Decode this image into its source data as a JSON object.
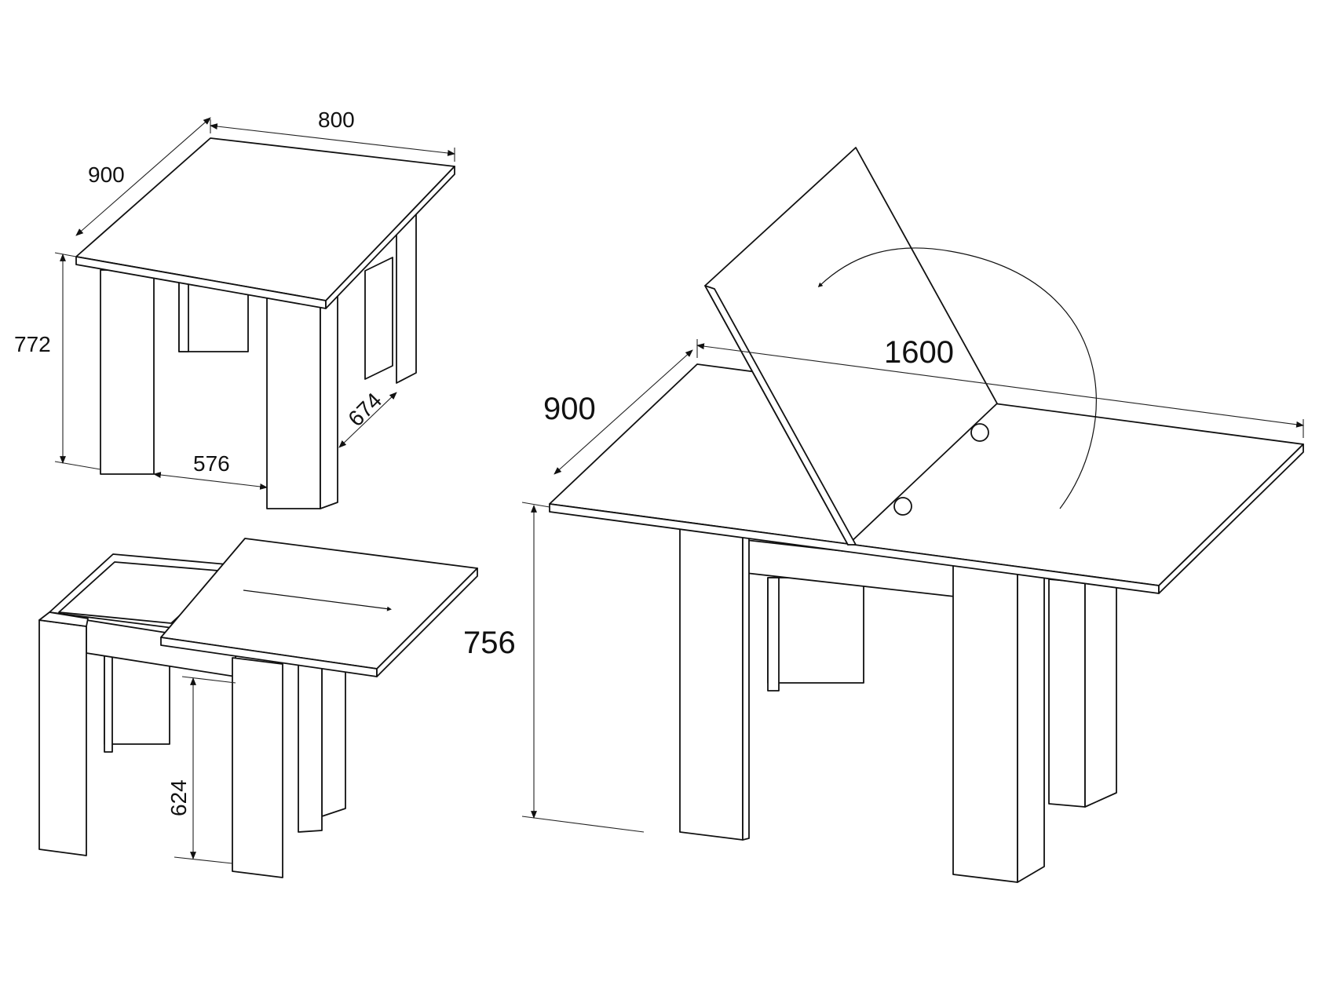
{
  "views": {
    "closed": {
      "width": "800",
      "depth": "900",
      "height": "772",
      "leg_gap": "576",
      "leg_depth": "674"
    },
    "slide": {
      "under_height": "624"
    },
    "open": {
      "length": "1600",
      "depth": "900",
      "height": "756"
    }
  },
  "colors": {
    "line": "#111111",
    "background": "#ffffff"
  }
}
